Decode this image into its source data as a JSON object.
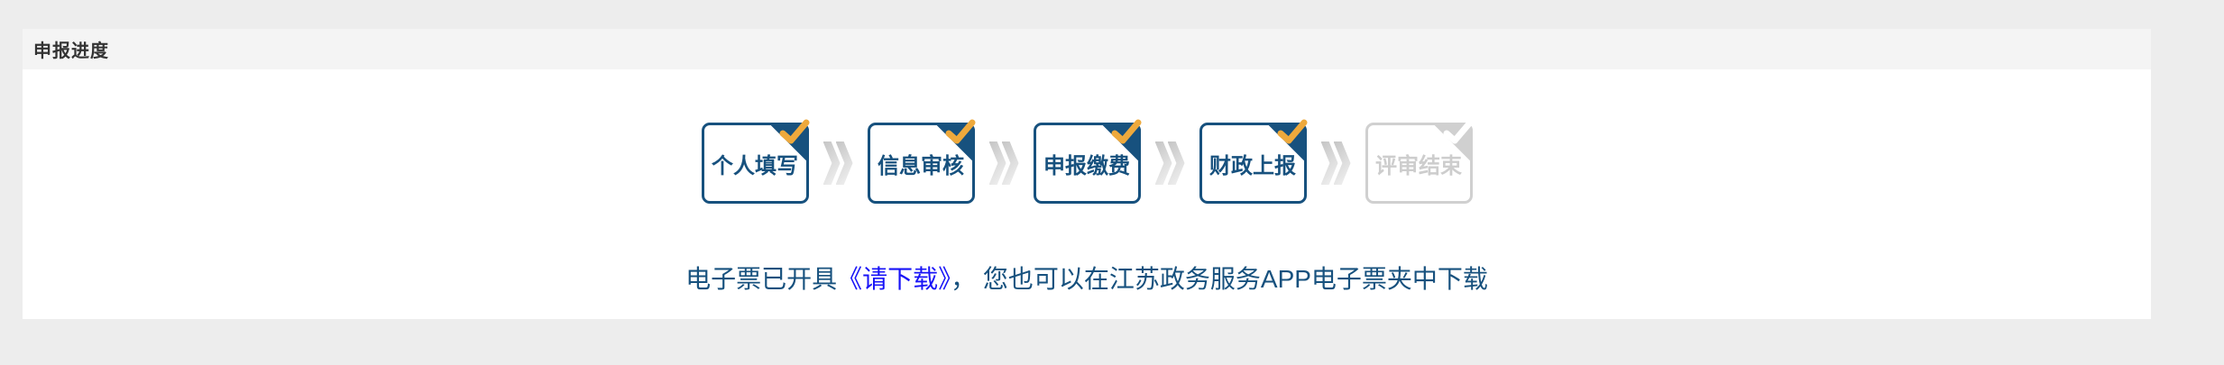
{
  "theme": {
    "page-bg": "#ededed",
    "panel-bg": "#ffffff",
    "header-bg": "#f4f4f4",
    "title-color": "#333333",
    "navy": "#17517e",
    "gold": "#eea93c",
    "inactive": "#d0d0d0",
    "inactive-text": "#cdcdcd",
    "link-blue": "#1813f7"
  },
  "panel": {
    "header": {
      "title": "申报进度"
    },
    "steps": [
      {
        "label": "个人填写",
        "state": "done"
      },
      {
        "label": "信息审核",
        "state": "done"
      },
      {
        "label": "申报缴费",
        "state": "done"
      },
      {
        "label": "财政上报",
        "state": "done"
      },
      {
        "label": "评审结束",
        "state": "pending"
      }
    ],
    "notice": {
      "prefix": "电子票已开具",
      "link_label": "《请下载》",
      "suffix": "， 您也可以在江苏政务服务APP电子票夹中下载"
    }
  }
}
